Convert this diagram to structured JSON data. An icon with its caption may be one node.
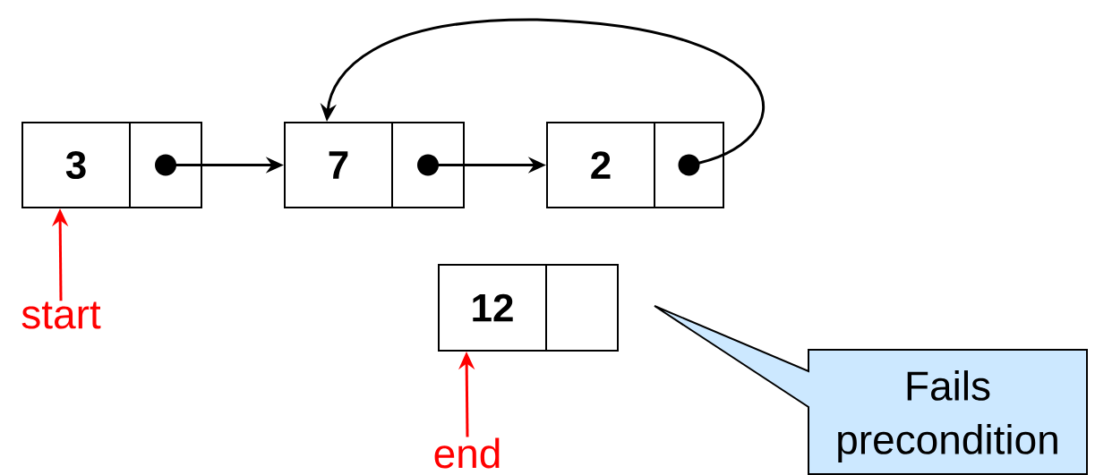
{
  "diagram": {
    "nodes": [
      {
        "text": [
          "3"
        ]
      },
      {
        "text": [],
        "shape": "box"
      },
      {
        "text": [
          "7"
        ]
      },
      {
        "text": [],
        "shape": "box"
      },
      {
        "text": [
          "2"
        ]
      },
      {
        "text": [],
        "shape": "box"
      },
      {
        "text": [
          "12"
        ]
      },
      {
        "text": [],
        "shape": "box"
      },
      {
        "text": [
          "start"
        ]
      },
      {
        "text": [
          "end"
        ]
      },
      {
        "text": [
          "Fails precondition"
        ]
      }
    ],
    "edges": [
      {
        "from": 1,
        "to": 2,
        "arrow": "to"
      },
      {
        "from": 3,
        "to": 4,
        "arrow": "to"
      },
      {
        "from": 5,
        "to": 2,
        "arrow": "to"
      },
      {
        "from": 8,
        "to": 0,
        "arrow": "to",
        "color": "#ff0000"
      },
      {
        "from": 9,
        "to": 6,
        "arrow": "to",
        "color": "#ff0000"
      }
    ]
  }
}
